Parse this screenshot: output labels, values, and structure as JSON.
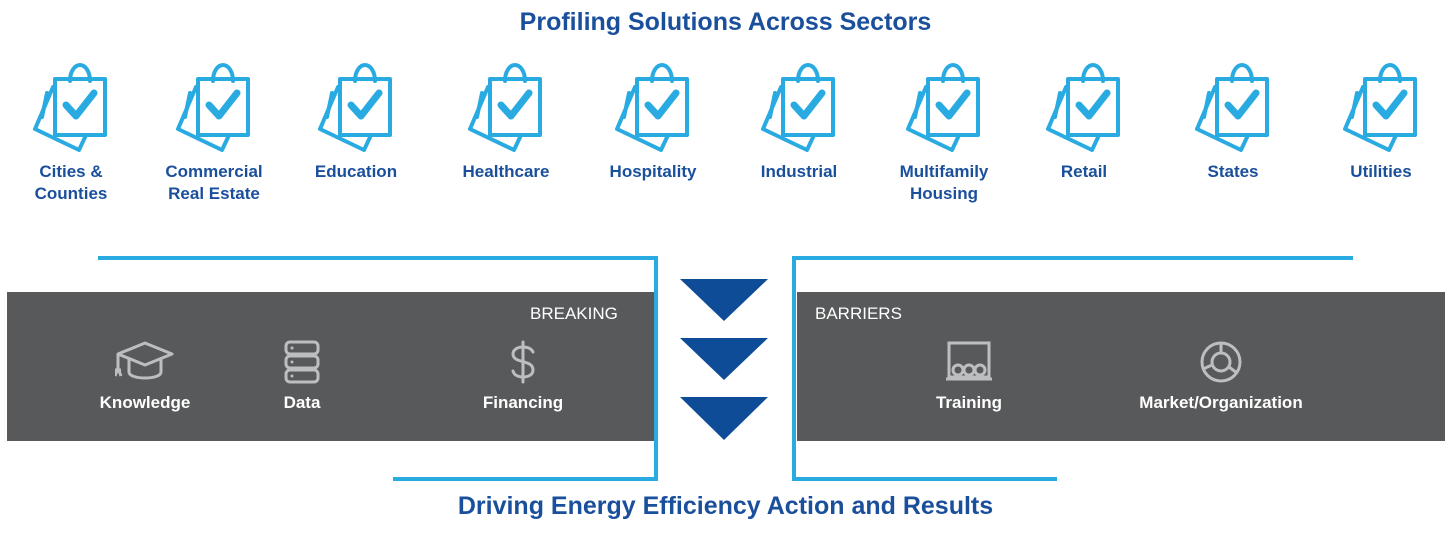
{
  "top_title": "Profiling Solutions Across Sectors",
  "bottom_title": "Driving Energy Efficiency Action and Results",
  "sectors": [
    {
      "label": "Cities &\nCounties",
      "icon": "clipboard-check-icon"
    },
    {
      "label": "Commercial\nReal Estate",
      "icon": "clipboard-check-icon"
    },
    {
      "label": "Education",
      "icon": "clipboard-check-icon"
    },
    {
      "label": "Healthcare",
      "icon": "clipboard-check-icon"
    },
    {
      "label": "Hospitality",
      "icon": "clipboard-check-icon"
    },
    {
      "label": "Industrial",
      "icon": "clipboard-check-icon"
    },
    {
      "label": "Multifamily\nHousing",
      "icon": "clipboard-check-icon"
    },
    {
      "label": "Retail",
      "icon": "clipboard-check-icon"
    },
    {
      "label": "States",
      "icon": "clipboard-check-icon"
    },
    {
      "label": "Utilities",
      "icon": "clipboard-check-icon"
    }
  ],
  "band": {
    "left_word": "BREAKING",
    "right_word": "BARRIERS"
  },
  "barriers": [
    {
      "label": "Knowledge",
      "icon": "graduation-cap-icon"
    },
    {
      "label": "Data",
      "icon": "database-icon"
    },
    {
      "label": "Financing",
      "icon": "dollar-sign-icon"
    },
    {
      "label": "Training",
      "icon": "presentation-board-icon"
    },
    {
      "label": "Market/Organization",
      "icon": "donut-chart-icon"
    }
  ],
  "colors": {
    "title": "#1a4f9c",
    "icon": "#29abe2",
    "band": "#58595b",
    "arrow": "#0f4c97",
    "line": "#29abe2"
  }
}
